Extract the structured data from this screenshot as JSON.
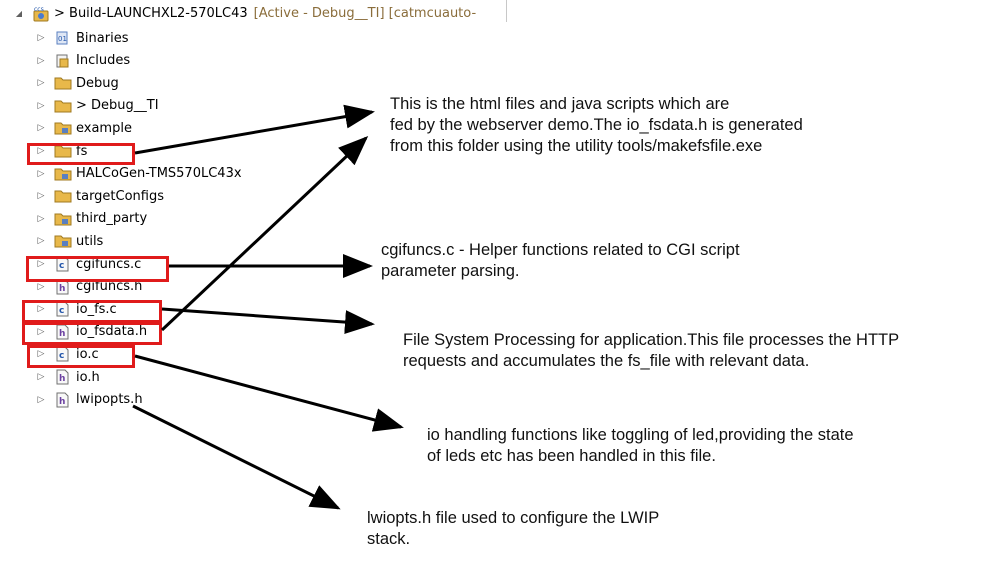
{
  "project": {
    "expander": "◢",
    "name": "> Build-LAUNCHXL2-570LC43",
    "decoration": "[Active - Debug__TI]  [catmcuauto-",
    "icon": "ccs-project-icon"
  },
  "tree": [
    {
      "id": "binaries",
      "label": "Binaries",
      "icon": "binaries-icon"
    },
    {
      "id": "includes",
      "label": "Includes",
      "icon": "includes-icon"
    },
    {
      "id": "debug",
      "label": "Debug",
      "icon": "folder-icon"
    },
    {
      "id": "debug-ti",
      "label": "> Debug__TI",
      "icon": "folder-icon"
    },
    {
      "id": "example",
      "label": "example",
      "icon": "source-folder-icon"
    },
    {
      "id": "fs",
      "label": "fs",
      "icon": "folder-icon"
    },
    {
      "id": "halcogen",
      "label": "HALCoGen-TMS570LC43x",
      "icon": "source-folder-icon"
    },
    {
      "id": "targetconfigs",
      "label": "targetConfigs",
      "icon": "folder-icon"
    },
    {
      "id": "third-party",
      "label": "third_party",
      "icon": "source-folder-icon"
    },
    {
      "id": "utils",
      "label": "utils",
      "icon": "source-folder-icon"
    },
    {
      "id": "cgifuncs-c",
      "label": "cgifuncs.c",
      "icon": "c-file-icon"
    },
    {
      "id": "cgifuncs-h",
      "label": "cgifuncs.h",
      "icon": "h-file-icon"
    },
    {
      "id": "io-fs-c",
      "label": "io_fs.c",
      "icon": "c-file-icon"
    },
    {
      "id": "io-fsdata-h",
      "label": "io_fsdata.h",
      "icon": "h-file-icon"
    },
    {
      "id": "io-c",
      "label": "io.c",
      "icon": "c-file-icon"
    },
    {
      "id": "io-h",
      "label": "io.h",
      "icon": "h-file-icon"
    },
    {
      "id": "lwipopts-h",
      "label": "lwipopts.h",
      "icon": "h-file-icon"
    }
  ],
  "tree_expander": "▷",
  "annotations": {
    "fs": "This is the html files and java scripts which are\nfed by the webserver demo.The io_fsdata.h is generated\nfrom this folder using the utility  tools/makefsfile.exe",
    "cgifuncs": "cgifuncs.c - Helper functions related to CGI script\nparameter parsing.",
    "io_fs": "File System Processing for application.This file processes the HTTP\nrequests and accumulates the fs_file with relevant data.",
    "io": "io handling functions like toggling of led,providing the state\nof leds etc has been handled in this file.",
    "lwipopts": "lwiopts.h file used to configure the LWIP\nstack."
  },
  "colors": {
    "highlight_box": "#e01b1b",
    "arrow": "#000000",
    "decoration_text": "#8a6d3b",
    "folder": "#e8b84a",
    "c_file_badge": "#5a7fc0"
  }
}
